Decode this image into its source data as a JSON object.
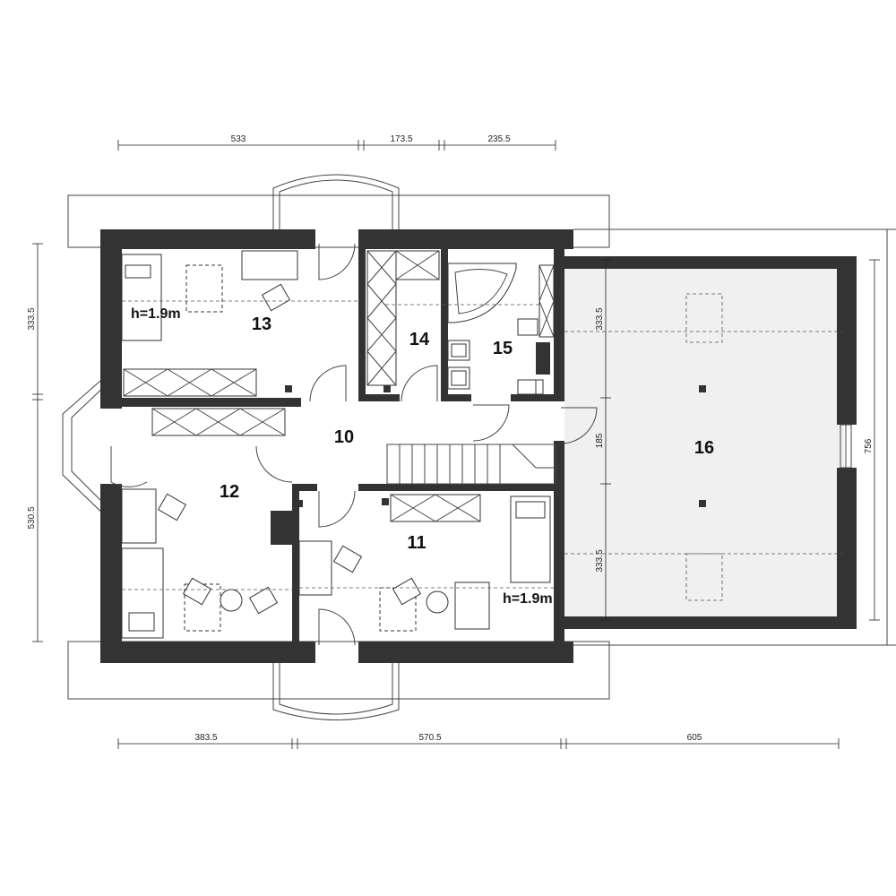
{
  "dimensions": {
    "top": [
      "533",
      "173.5",
      "235.5"
    ],
    "bottom": [
      "383.5",
      "570.5",
      "605"
    ],
    "left": [
      "333.5",
      "530.5"
    ],
    "right": "756",
    "attic_inner": [
      "333.5",
      "185",
      "333.5"
    ]
  },
  "rooms": {
    "r10": "10",
    "r11": "11",
    "r12": "12",
    "r13": "13",
    "r14": "14",
    "r15": "15",
    "r16": "16"
  },
  "notes": {
    "height_13": "h=1.9m",
    "height_11": "h=1.9m"
  },
  "colors": {
    "wall": "#333333",
    "attic_fill": "#f0f0f0",
    "line": "#444444"
  }
}
